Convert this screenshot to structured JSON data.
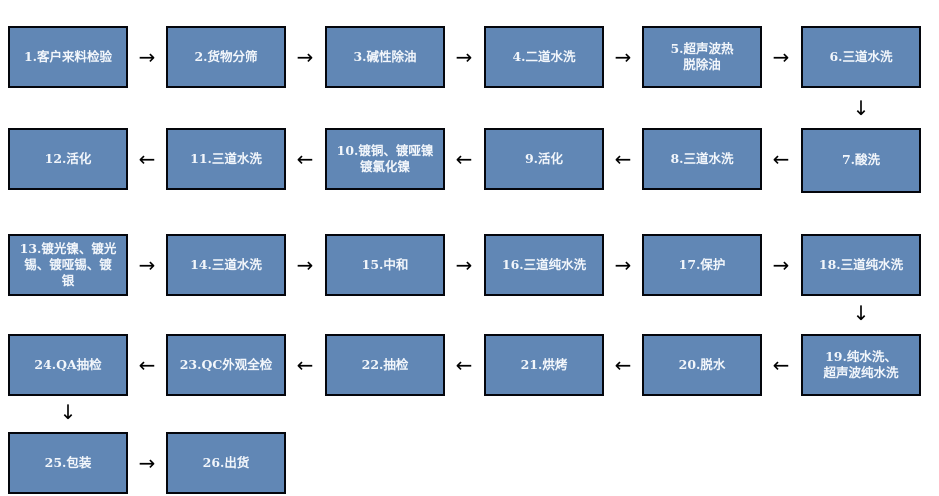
{
  "icons": {
    "arrow_right": "→",
    "arrow_left": "←",
    "arrow_down": "↓"
  },
  "diagram": {
    "type": "process-flowchart",
    "colors": {
      "node_fill": "#6187b5",
      "node_border": "#04060c",
      "node_text": "#f2f6fb",
      "arrow": "#000000",
      "background": "#ffffff"
    },
    "nodes": [
      {
        "id": "1",
        "label": "1.客户来料检验"
      },
      {
        "id": "2",
        "label": "2.货物分筛"
      },
      {
        "id": "3",
        "label": "3.碱性除油"
      },
      {
        "id": "4",
        "label": "4.二道水洗"
      },
      {
        "id": "5",
        "label": "5.超声波热\n脱除油"
      },
      {
        "id": "6",
        "label": "6.三道水洗"
      },
      {
        "id": "7",
        "label": "7.酸洗"
      },
      {
        "id": "8",
        "label": "8.三道水洗"
      },
      {
        "id": "9",
        "label": "9.活化"
      },
      {
        "id": "10",
        "label": "10.镀铜、镀哑镍\n镀氯化镍"
      },
      {
        "id": "11",
        "label": "11.三道水洗"
      },
      {
        "id": "12",
        "label": "12.活化"
      },
      {
        "id": "13",
        "label": "13.镀光镍、镀光\n锡、镀哑锡、镀\n银"
      },
      {
        "id": "14",
        "label": "14.三道水洗"
      },
      {
        "id": "15",
        "label": "15.中和"
      },
      {
        "id": "16",
        "label": "16.三道纯水洗"
      },
      {
        "id": "17",
        "label": "17.保护"
      },
      {
        "id": "18",
        "label": "18.三道纯水洗"
      },
      {
        "id": "19",
        "label": "19.纯水洗、\n超声波纯水洗"
      },
      {
        "id": "20",
        "label": "20.脱水"
      },
      {
        "id": "21",
        "label": "21.烘烤"
      },
      {
        "id": "22",
        "label": "22.抽检"
      },
      {
        "id": "23",
        "label": "23.QC外观全检"
      },
      {
        "id": "24",
        "label": "24.QA抽检"
      },
      {
        "id": "25",
        "label": "25.包装"
      },
      {
        "id": "26",
        "label": "26.出货"
      }
    ],
    "connections": [
      {
        "from": "1",
        "to": "2",
        "direction": "right"
      },
      {
        "from": "2",
        "to": "3",
        "direction": "right"
      },
      {
        "from": "3",
        "to": "4",
        "direction": "right"
      },
      {
        "from": "4",
        "to": "5",
        "direction": "right"
      },
      {
        "from": "5",
        "to": "6",
        "direction": "right"
      },
      {
        "from": "6",
        "to": "7",
        "direction": "down"
      },
      {
        "from": "7",
        "to": "8",
        "direction": "left"
      },
      {
        "from": "8",
        "to": "9",
        "direction": "left"
      },
      {
        "from": "9",
        "to": "10",
        "direction": "left"
      },
      {
        "from": "10",
        "to": "11",
        "direction": "left"
      },
      {
        "from": "11",
        "to": "12",
        "direction": "left"
      },
      {
        "from": "13",
        "to": "14",
        "direction": "right"
      },
      {
        "from": "14",
        "to": "15",
        "direction": "right"
      },
      {
        "from": "15",
        "to": "16",
        "direction": "right"
      },
      {
        "from": "16",
        "to": "17",
        "direction": "right"
      },
      {
        "from": "17",
        "to": "18",
        "direction": "right"
      },
      {
        "from": "18",
        "to": "19",
        "direction": "down"
      },
      {
        "from": "19",
        "to": "20",
        "direction": "left"
      },
      {
        "from": "20",
        "to": "21",
        "direction": "left"
      },
      {
        "from": "21",
        "to": "22",
        "direction": "left"
      },
      {
        "from": "22",
        "to": "23",
        "direction": "left"
      },
      {
        "from": "23",
        "to": "24",
        "direction": "left"
      },
      {
        "from": "24",
        "to": "25",
        "direction": "down"
      },
      {
        "from": "25",
        "to": "26",
        "direction": "right"
      }
    ]
  }
}
